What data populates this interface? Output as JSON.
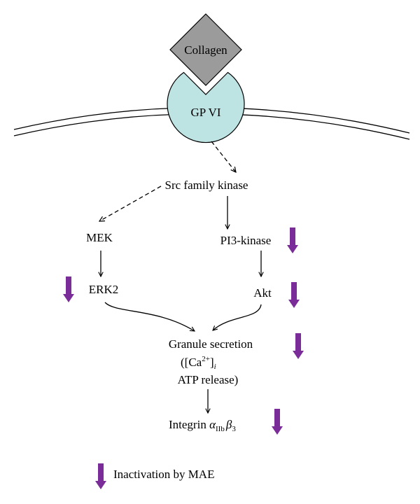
{
  "diagram": {
    "collagen": "Collagen",
    "receptor": "GP VI",
    "src": "Src family kinase",
    "mek": "MEK",
    "erk2": "ERK2",
    "pi3k": "PI3-kinase",
    "akt": "Akt",
    "secretion": {
      "line1": "Granule secretion",
      "line2_open": "([Ca",
      "line2_sup": "2+",
      "line2_close": "]",
      "line2_sub": "i",
      "line3": "ATP release)"
    },
    "integrin": {
      "prefix": "Integrin ",
      "alpha": "α",
      "alpha_sub": "IIb",
      "beta": "β",
      "beta_sub": "3"
    }
  },
  "legend": {
    "label": "Inactivation by MAE"
  },
  "colors": {
    "collagen_fill": "#9b9b9b",
    "receptor_fill": "#bde3e3",
    "inhibition_arrow": "#7a2d98"
  }
}
